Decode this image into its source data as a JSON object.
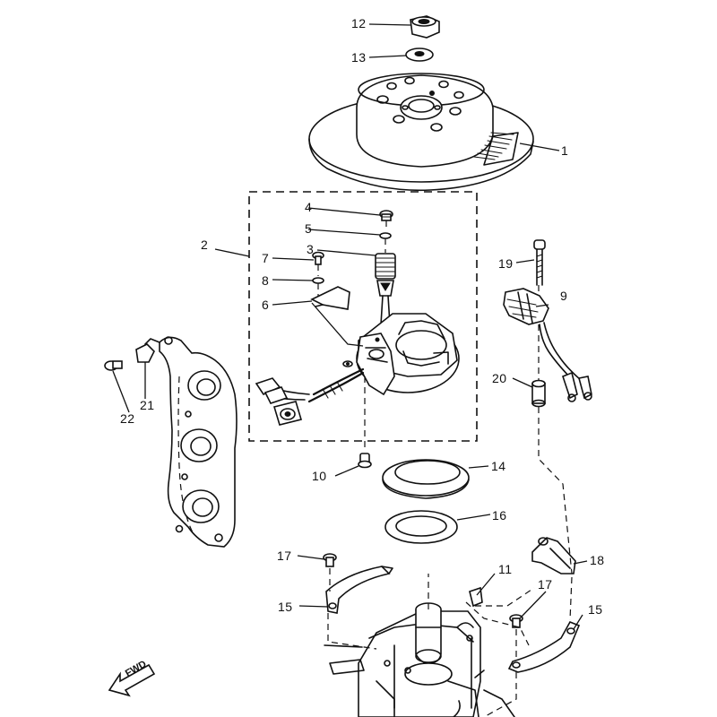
{
  "diagram": {
    "callouts": [
      {
        "id": "n1",
        "text": "1"
      },
      {
        "id": "n2",
        "text": "2"
      },
      {
        "id": "n3",
        "text": "3"
      },
      {
        "id": "n4",
        "text": "4"
      },
      {
        "id": "n5",
        "text": "5"
      },
      {
        "id": "n6",
        "text": "6"
      },
      {
        "id": "n7",
        "text": "7"
      },
      {
        "id": "n8",
        "text": "8"
      },
      {
        "id": "n9",
        "text": "9"
      },
      {
        "id": "n10",
        "text": "10"
      },
      {
        "id": "n11",
        "text": "11"
      },
      {
        "id": "n12",
        "text": "12"
      },
      {
        "id": "n13",
        "text": "13"
      },
      {
        "id": "n14",
        "text": "14"
      },
      {
        "id": "n15a",
        "text": "15"
      },
      {
        "id": "n15b",
        "text": "15"
      },
      {
        "id": "n16",
        "text": "16"
      },
      {
        "id": "n17a",
        "text": "17"
      },
      {
        "id": "n17b",
        "text": "17"
      },
      {
        "id": "n18",
        "text": "18"
      },
      {
        "id": "n19",
        "text": "19"
      },
      {
        "id": "n20",
        "text": "20"
      },
      {
        "id": "n21",
        "text": "21"
      },
      {
        "id": "n22",
        "text": "22"
      }
    ],
    "direction_badge": "FWD"
  }
}
